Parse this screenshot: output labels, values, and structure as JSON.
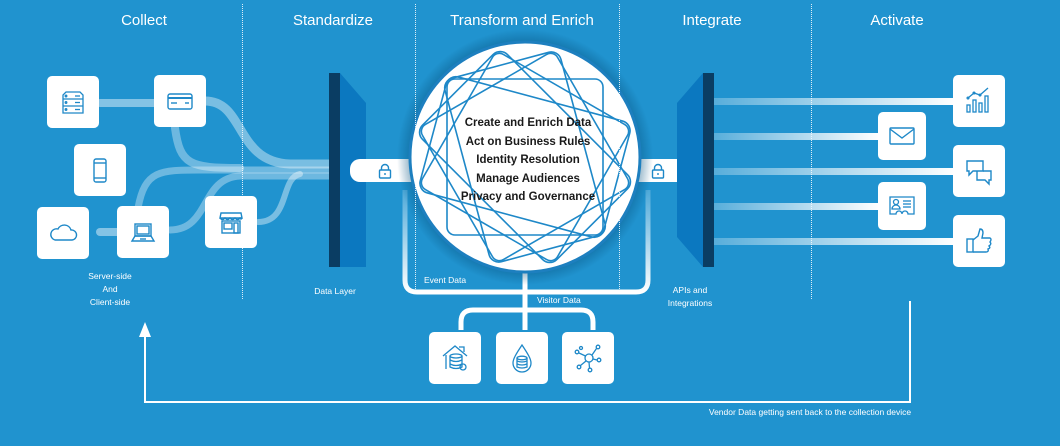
{
  "stages": [
    {
      "id": "collect",
      "title": "Collect"
    },
    {
      "id": "standardize",
      "title": "Standardize"
    },
    {
      "id": "transform",
      "title": "Transform and Enrich"
    },
    {
      "id": "integrate",
      "title": "Integrate"
    },
    {
      "id": "activate",
      "title": "Activate"
    }
  ],
  "collect": {
    "sources": [
      {
        "icon": "server-icon"
      },
      {
        "icon": "credit-card-icon"
      },
      {
        "icon": "mobile-phone-icon"
      },
      {
        "icon": "cloud-icon"
      },
      {
        "icon": "laptop-icon"
      },
      {
        "icon": "storefront-icon"
      }
    ],
    "caption_lines": [
      "Server-side",
      "And",
      "Client-side"
    ]
  },
  "standardize": {
    "caption": "Data Layer"
  },
  "hub": {
    "capabilities": [
      "Create and Enrich Data",
      "Act on Business Rules",
      "Identity Resolution",
      "Manage Audiences",
      "Privacy and Governance"
    ],
    "event_data_label": "Event Data",
    "visitor_data_label": "Visitor Data",
    "stores": [
      {
        "icon": "data-warehouse-icon"
      },
      {
        "icon": "data-lake-icon"
      },
      {
        "icon": "network-graph-icon"
      }
    ]
  },
  "integrate": {
    "caption_lines": [
      "APIs and",
      "Integrations"
    ]
  },
  "activate": {
    "destinations": [
      {
        "icon": "analytics-chart-icon"
      },
      {
        "icon": "email-icon"
      },
      {
        "icon": "chat-bubbles-icon"
      },
      {
        "icon": "id-card-icon"
      },
      {
        "icon": "thumbs-up-icon"
      }
    ]
  },
  "feedback": {
    "caption": "Vendor Data getting sent back to the collection device"
  },
  "colors": {
    "background": "#2093cf",
    "panel_dark": "#0a3d63",
    "panel_mid": "#0b78c0",
    "icon_stroke": "#1e88c8",
    "white": "#ffffff"
  }
}
